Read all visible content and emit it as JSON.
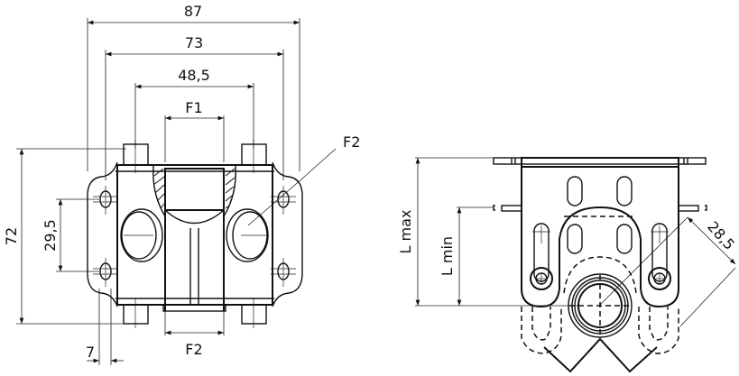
{
  "drawing": {
    "front_view": {
      "dimensions": {
        "overall_width": "87",
        "mount_width": "73",
        "bolt_spacing": "48,5",
        "inlet_thread": "F1",
        "outlet_thread_bottom": "F2",
        "side_port_thread": "F2",
        "overall_height": "72",
        "hole_spacing": "29,5",
        "hole_slot": "7"
      }
    },
    "side_view": {
      "dimensions": {
        "length_max": "L max",
        "length_min": "L min",
        "radius": "28,5"
      }
    }
  }
}
